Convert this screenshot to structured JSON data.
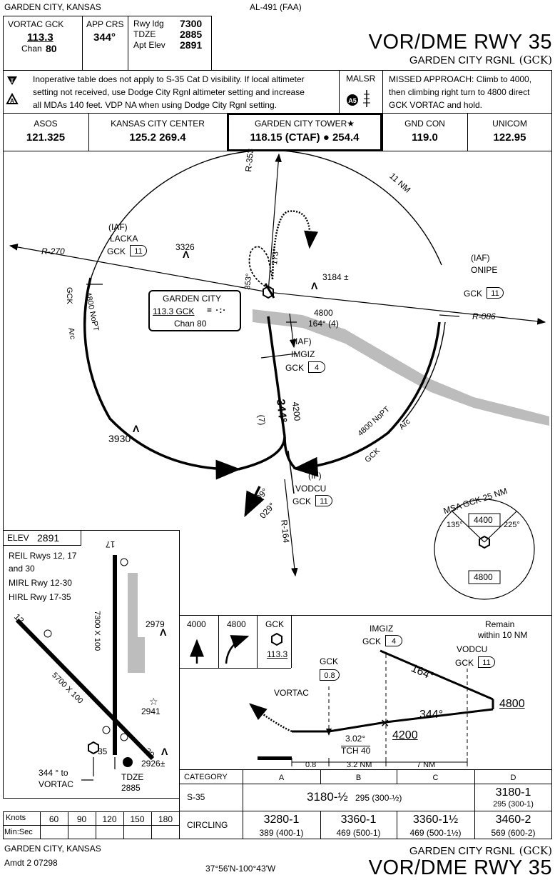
{
  "header": {
    "location": "GARDEN CITY, KANSAS",
    "chart_id": "AL-491 (FAA)",
    "title": "VOR/DME RWY 35",
    "airport": "GARDEN CITY RGNL",
    "airport_id": "(GCK)"
  },
  "briefing": {
    "nav_label": "VORTAC  GCK",
    "nav_freq": "113.3",
    "nav_chan_label": "Chan",
    "nav_chan": "80",
    "app_crs_label": "APP CRS",
    "app_crs": "344°",
    "rwy_ldg_label": "Rwy ldg",
    "rwy_ldg": "7300",
    "tdze_label": "TDZE",
    "tdze": "2885",
    "apt_elev_label": "Apt Elev",
    "apt_elev": "2891",
    "notes_line1": "Inoperative table does not apply to S-35 Cat D visibility.  If local altimeter",
    "notes_line2": "setting not received, use Dodge City Rgnl altimeter setting and increase",
    "notes_line3": "all MDAs 140 feet.  VDP NA when using Dodge City Rgnl setting.",
    "lighting": "MALSR",
    "missed_line1": "MISSED APPROACH:  Climb to 4000,",
    "missed_line2": "then climbing right turn to 4800 direct",
    "missed_line3": "GCK VORTAC and hold."
  },
  "comms": [
    {
      "label": "ASOS",
      "value": "121.325"
    },
    {
      "label": "KANSAS CITY CENTER",
      "value": "125.2  269.4"
    },
    {
      "label": "GARDEN CITY TOWER★",
      "value": "118.15 (CTAF) ● 254.4"
    },
    {
      "label": "GND CON",
      "value": "119.0"
    },
    {
      "label": "UNICOM",
      "value": "122.95"
    }
  ],
  "planview": {
    "radial_353": "R-353",
    "radial_270": "R-270",
    "radial_086": "R-086",
    "radial_164": "R-164",
    "arc_label": "11 NM",
    "iaf": "(IAF)",
    "lacka": "LACKA",
    "gck11": "GCK",
    "dme11": "11",
    "onipe": "ONIPE",
    "obst_3326": "3326",
    "obst_3184": "3184 ±",
    "obst_3930": "3930",
    "nav_name": "GARDEN CITY",
    "nav_freq_line": "113.3 GCK",
    "nav_chan_line": "Chan 80",
    "hold_173": "173°",
    "hold_353": "353°",
    "alt_4800": "4800",
    "crs_164_4": "164° (4)",
    "imgiz": "IMGIZ",
    "dme4": "4",
    "final_4200": "4200",
    "final_7": "(7)",
    "final_344": "344°",
    "arc_left": "4800 NoPT",
    "arc_left2": "Arc",
    "arc_right": "4800 NoPT",
    "arc_right2": "Arc",
    "if_label": "(IF)",
    "vodcu": "VODCU",
    "crs_209": "209°",
    "crs_029": "029°",
    "msa_label": "MSA GCK 25 NM",
    "msa_135": "135°",
    "msa_225": "225°",
    "msa_4400": "4400",
    "msa_4800": "4800"
  },
  "airport_sketch": {
    "elev_label": "ELEV",
    "elev": "2891",
    "reil_1": "REIL Rwys 12, 17",
    "reil_2": "and 30",
    "mirl": "MIRL Rwy 12-30",
    "hirl": "HIRL Rwy 17-35",
    "rwy_17": "17",
    "rwy_35": "35",
    "rwy_12": "12",
    "rwy_30": "30",
    "dims_17_35": "7300 X 100",
    "dims_12_30": "5700 X 100",
    "obst_2979": "2979",
    "obst_2941": "2941",
    "obst_2926": "2926±",
    "vortac_note1": "344 ° to",
    "vortac_note2": "VORTAC",
    "tdze_label": "TDZE",
    "tdze": "2885"
  },
  "profile": {
    "ma_4000": "4000",
    "ma_4800": "4800",
    "ma_gck": "GCK",
    "ma_freq": "113.3",
    "imgiz": "IMGIZ",
    "gck_4_label": "GCK",
    "gck_4": "4",
    "remain1": "Remain",
    "remain2": "within 10 NM",
    "vodcu": "VODCU",
    "gck_11_label": "GCK",
    "gck_11": "11",
    "crs_164": "164°",
    "alt_4800": "4800",
    "gck_08_label": "GCK",
    "gck_08": "0.8",
    "vortac": "VORTAC",
    "crs_344": "344°",
    "alt_4200": "4200",
    "gs": "3.02°",
    "tch": "TCH 40",
    "dist_08": "0.8",
    "dist_32": "3.2 NM",
    "dist_7": "7 NM"
  },
  "minimums": {
    "header": [
      "CATEGORY",
      "A",
      "B",
      "C",
      "D"
    ],
    "s35_label": "S-35",
    "s35_abc_main": "3180-½",
    "s35_abc_sub": "295 (300-½)",
    "s35_d_main": "3180-1",
    "s35_d_sub": "295 (300-1)",
    "circ_label": "CIRCLING",
    "circ": [
      {
        "main": "3280-1",
        "sub": "389 (400-1)"
      },
      {
        "main": "3360-1",
        "sub": "469 (500-1)"
      },
      {
        "main": "3360-1½",
        "sub": "469 (500-1½)"
      },
      {
        "main": "3460-2",
        "sub": "569 (600-2)"
      }
    ]
  },
  "timing": {
    "knots_label": "Knots",
    "minsec_label": "Min:Sec",
    "speeds": [
      "60",
      "90",
      "120",
      "150",
      "180"
    ]
  },
  "footer": {
    "location": "GARDEN CITY, KANSAS",
    "amdt": "Amdt 2  07298",
    "coords": "37°56'N-100°43'W",
    "airport": "GARDEN CITY RGNL",
    "airport_id": "(GCK)",
    "title": "VOR/DME RWY 35"
  }
}
